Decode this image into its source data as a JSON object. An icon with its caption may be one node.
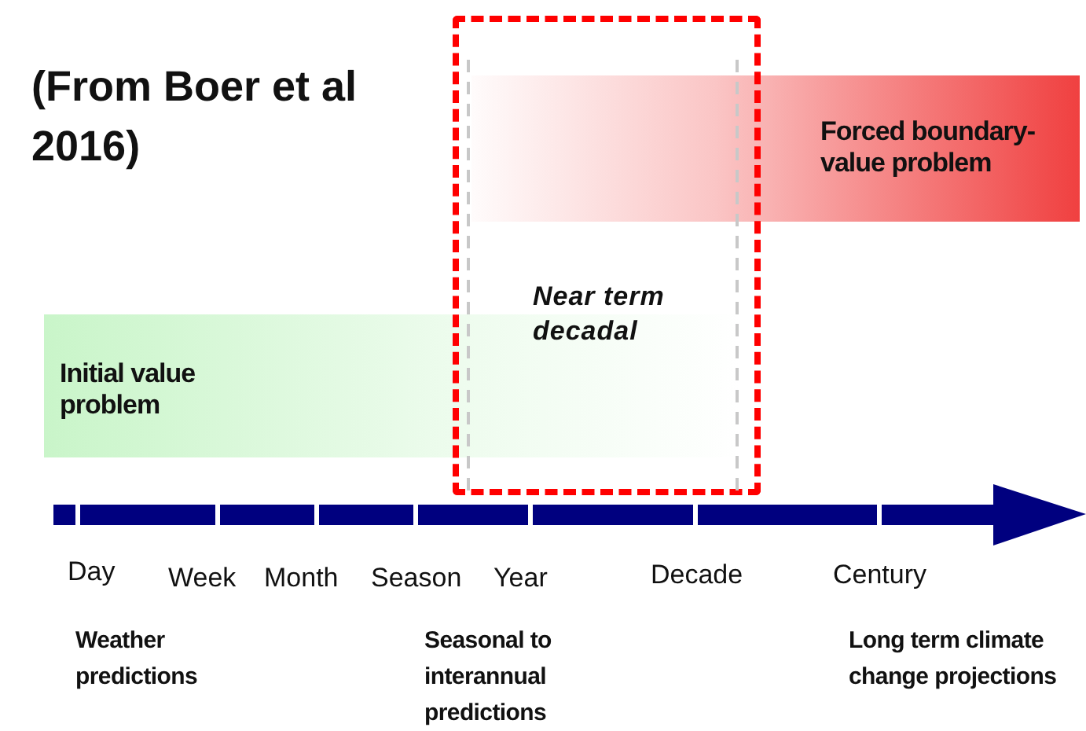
{
  "diagram": {
    "title": "(From Boer et al 2016)",
    "nodes": [
      {
        "text": [
          "Forced boundary-value problem"
        ]
      },
      {
        "text": [
          "Initial value problem"
        ]
      },
      {
        "text": [
          "Near term decadal"
        ]
      }
    ],
    "labels": [
      "Day",
      "Week",
      "Month",
      "Season",
      "Year",
      "Decade",
      "Century",
      "Weather predictions",
      "Seasonal to interannual predictions",
      "Long term climate change projections"
    ]
  }
}
